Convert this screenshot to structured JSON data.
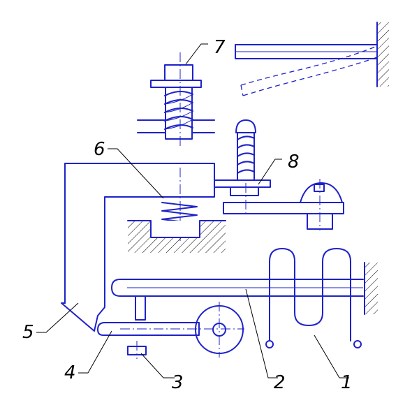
{
  "labels": {
    "n1": "1",
    "n2": "2",
    "n3": "3",
    "n4": "4",
    "n5": "5",
    "n6": "6",
    "n7": "7",
    "n8": "8"
  },
  "colors": {
    "drawing": "#1e22c8",
    "labels": "#000000",
    "background": "#ffffff"
  }
}
